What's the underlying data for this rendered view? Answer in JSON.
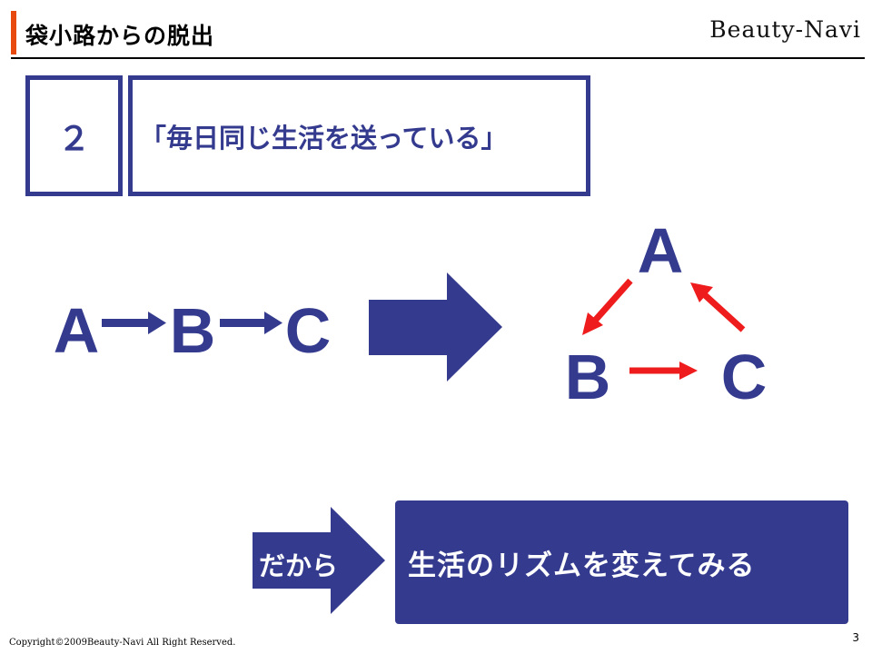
{
  "header": {
    "title": "袋小路からの脱出",
    "brand": "Beauty-Navi"
  },
  "point": {
    "number": "２",
    "quote": "「毎日同じ生活を送っている」"
  },
  "diagram": {
    "linear_labels": [
      "A",
      "B",
      "C"
    ],
    "cycle_labels": [
      "A",
      "B",
      "C"
    ]
  },
  "conclusion": {
    "connector": "だから",
    "text": "生活のリズムを変えてみる"
  },
  "footer": {
    "copyright": "Copyright©2009Beauty-Navi All Right Reserved.",
    "page": "3"
  },
  "colors": {
    "navy": "#343b8f",
    "red": "#ee1c1c",
    "accent": "#e8490f"
  }
}
